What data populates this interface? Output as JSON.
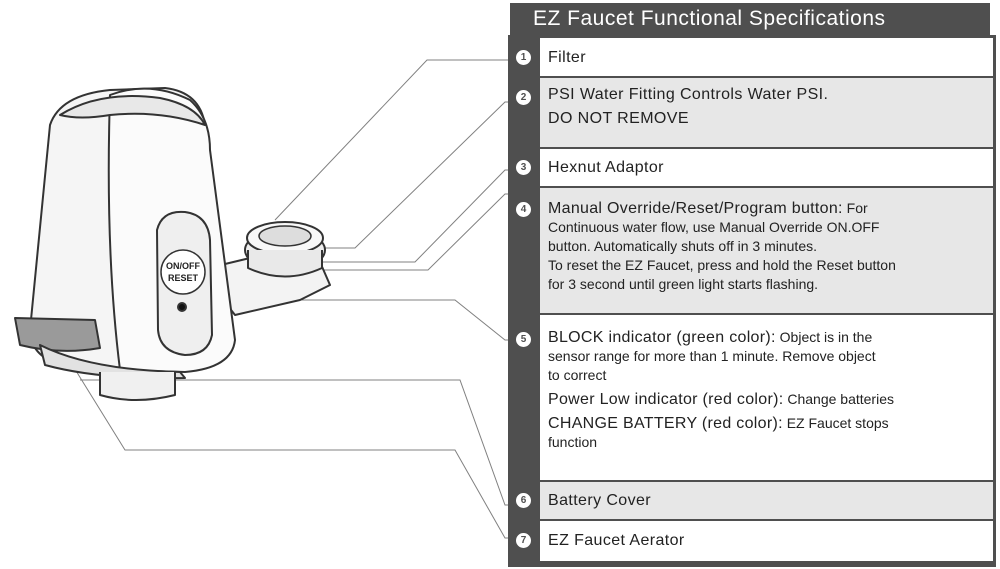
{
  "header": {
    "title": "EZ Faucet Functional Specifications"
  },
  "device": {
    "button_label_line1": "ON/OFF",
    "button_label_line2": "RESET"
  },
  "items": [
    {
      "number": "1",
      "title": "Filter"
    },
    {
      "number": "2",
      "line1": "PSI Water Fitting Controls Water PSI.",
      "line2": "DO NOT REMOVE"
    },
    {
      "number": "3",
      "title": "Hexnut Adaptor"
    },
    {
      "number": "4",
      "label": "Manual Override/Reset/Program button:",
      "text_a": " For",
      "line2": "Continuous water flow, use Manual Override ON.OFF",
      "line3": "button. Automatically shuts off in 3 minutes.",
      "line4": "To reset the EZ Faucet, press and hold the Reset button",
      "line5": "for 3 second until green light starts flashing."
    },
    {
      "number": "5",
      "block_label": "BLOCK indicator (green color):",
      "block_text_a": " Object is in the",
      "block_line2": "sensor range for more than 1 minute. Remove object",
      "block_line3": "to correct",
      "power_label": "Power Low indicator (red color):",
      "power_text": " Change batteries",
      "change_label": "CHANGE BATTERY (red color):",
      "change_text": " EZ Faucet stops",
      "change_line2": "function"
    },
    {
      "number": "6",
      "title": "Battery Cover"
    },
    {
      "number": "7",
      "title": "EZ Faucet Aerator"
    }
  ],
  "colors": {
    "header_bg": "#4f4f4f",
    "row_gray": "#e7e7e7",
    "line": "#777777"
  }
}
